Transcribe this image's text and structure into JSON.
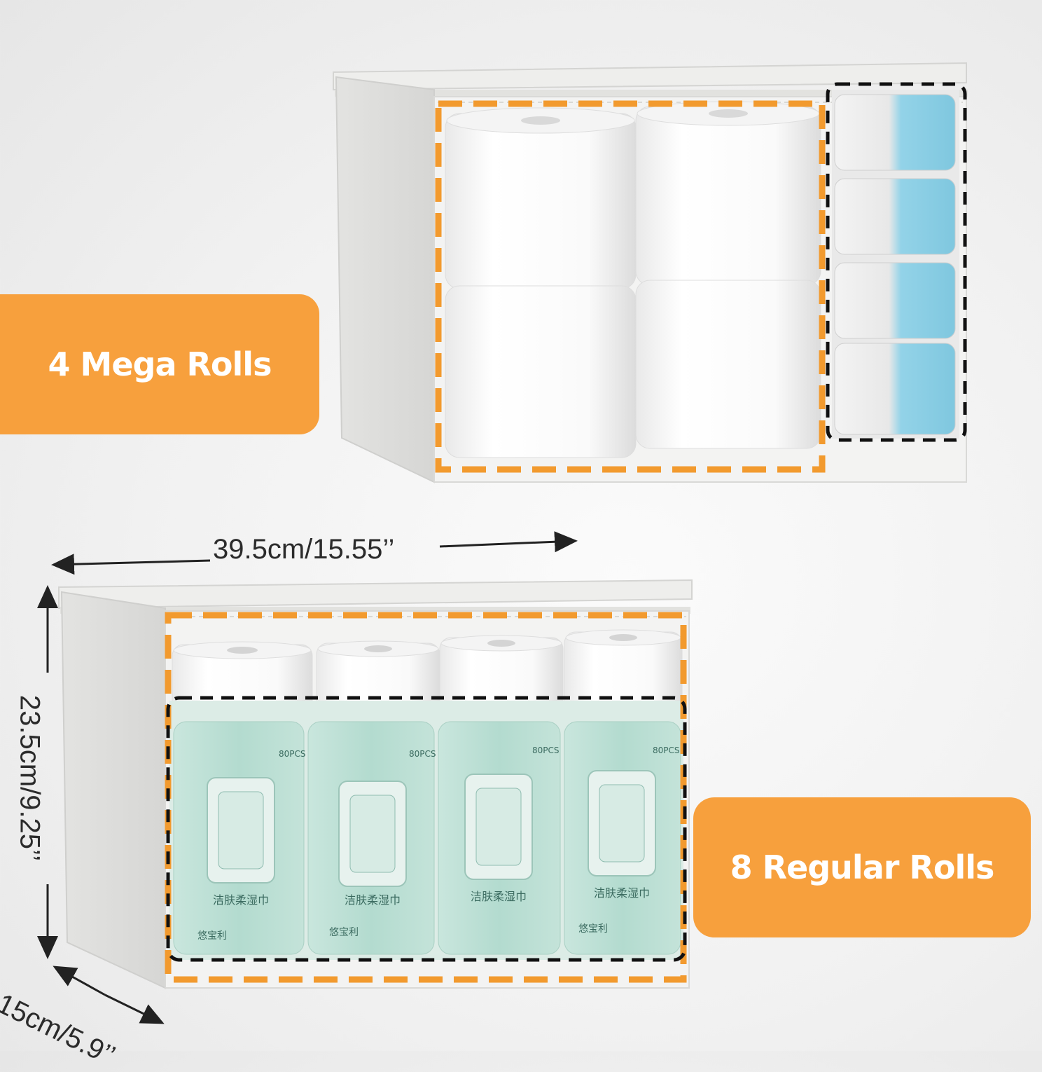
{
  "labels": {
    "top": "4 Mega Rolls",
    "bottom": "8 Regular Rolls"
  },
  "dimensions": {
    "width": "39.5cm/15.55’’",
    "height": "23.5cm/9.25’’",
    "depth": "15cm/5.9’’"
  },
  "packaging": {
    "brand": "悠宝利",
    "product": "洁肤柔湿巾",
    "count": "80PCS"
  },
  "colors": {
    "accent_orange": "#f7a03d",
    "box_fabric": "#ececea",
    "wipes_teal": "#a9d4c8",
    "wipes_blue": "#8fd0e6"
  }
}
